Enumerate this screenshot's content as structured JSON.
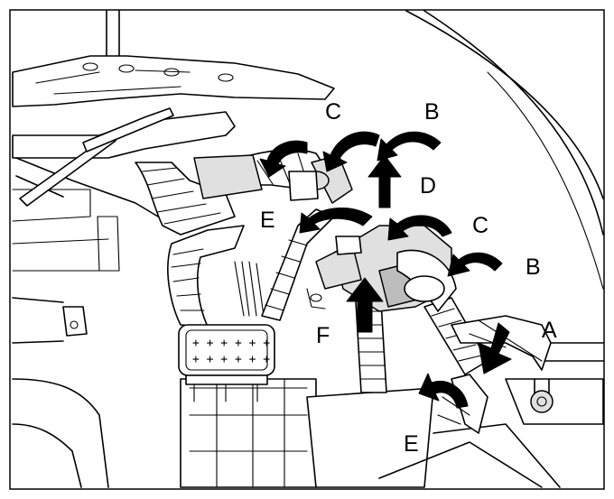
{
  "callouts": {
    "A": "A",
    "B_top": "B",
    "B_right": "B",
    "C_top": "C",
    "C_right": "C",
    "D": "D",
    "E_left": "E",
    "E_bottom": "E",
    "F": "F"
  },
  "connector": {
    "pins_top": "+ + + + + +",
    "pins_bottom": "+ + + + + +"
  },
  "arrows": [
    {
      "id": "C-left",
      "icon": "curved-arrow-icon"
    },
    {
      "id": "C-mid",
      "icon": "curved-arrow-icon"
    },
    {
      "id": "D-up",
      "icon": "straight-arrow-up-icon"
    },
    {
      "id": "E-left",
      "icon": "curved-arrow-icon"
    },
    {
      "id": "C-right",
      "icon": "curved-arrow-icon"
    },
    {
      "id": "F-up",
      "icon": "straight-arrow-up-icon"
    },
    {
      "id": "A-down",
      "icon": "straight-arrow-down-icon"
    },
    {
      "id": "E-bottom",
      "icon": "curved-arrow-icon"
    }
  ]
}
